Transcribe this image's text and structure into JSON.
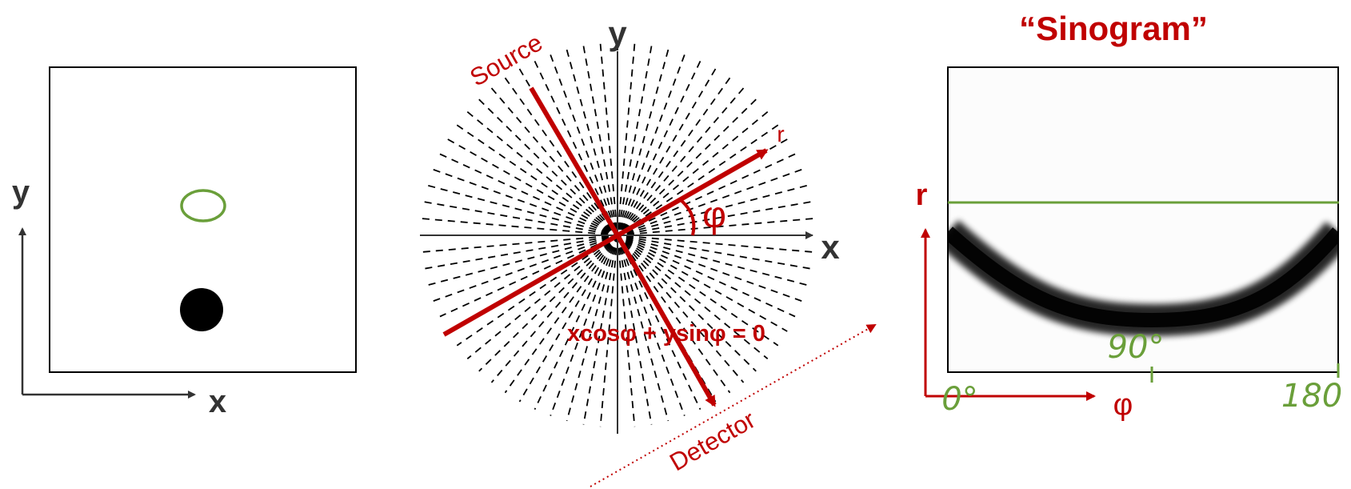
{
  "panel_object": {
    "x_label": "x",
    "y_label": "y"
  },
  "panel_projection": {
    "x_label": "x",
    "y_label": "y",
    "r_label": "r",
    "phi_label": "φ",
    "source_label": "Source",
    "detector_label": "Detector",
    "equation": "xcosφ + ysinφ = 0"
  },
  "panel_sinogram": {
    "title": "“Sinogram”",
    "r_label": "r",
    "phi_label": "φ",
    "tick_labels": [
      "0°",
      "90°",
      "180"
    ]
  },
  "colors": {
    "axis": "#333333",
    "accent": "#c00000",
    "annotation": "#6a9f3a",
    "object": "#000000"
  }
}
